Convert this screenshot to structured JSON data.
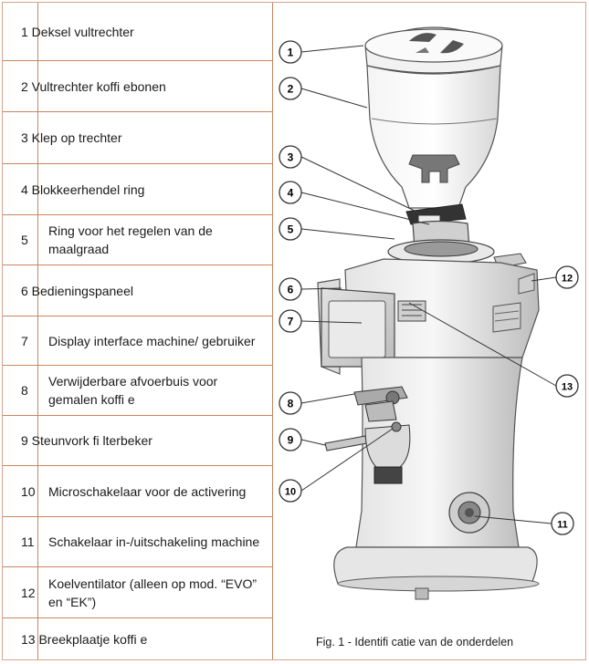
{
  "parts": [
    {
      "text": "1 Deksel vultrechter"
    },
    {
      "text": "2 Vultrechter koffi ebonen"
    },
    {
      "text": "3 Klep op trechter"
    },
    {
      "text": "4 Blokkeerhendel ring"
    },
    {
      "num": "5",
      "desc": "Ring voor het regelen van de maalgraad"
    },
    {
      "text": "6 Bedieningspaneel"
    },
    {
      "num": "7",
      "desc": "Display interface machine/ gebruiker"
    },
    {
      "num": "8",
      "desc": "Verwijderbare afvoerbuis voor gemalen koffi e"
    },
    {
      "text": "9 Steunvork fi lterbeker"
    },
    {
      "num": "10",
      "desc": "Microschakelaar voor de activering"
    },
    {
      "num": "11",
      "desc": "Schakelaar in-/uitschakeling machine"
    },
    {
      "num": "12",
      "desc": "Koelventilator (alleen op mod. “EVO” en “EK”)"
    },
    {
      "text": "13 Breekplaatje koffi e"
    }
  ],
  "callouts": [
    "1",
    "2",
    "3",
    "4",
    "5",
    "6",
    "7",
    "8",
    "9",
    "10",
    "11",
    "12",
    "13"
  ],
  "caption": "Fig. 1   - Identifi catie van de onderdelen"
}
